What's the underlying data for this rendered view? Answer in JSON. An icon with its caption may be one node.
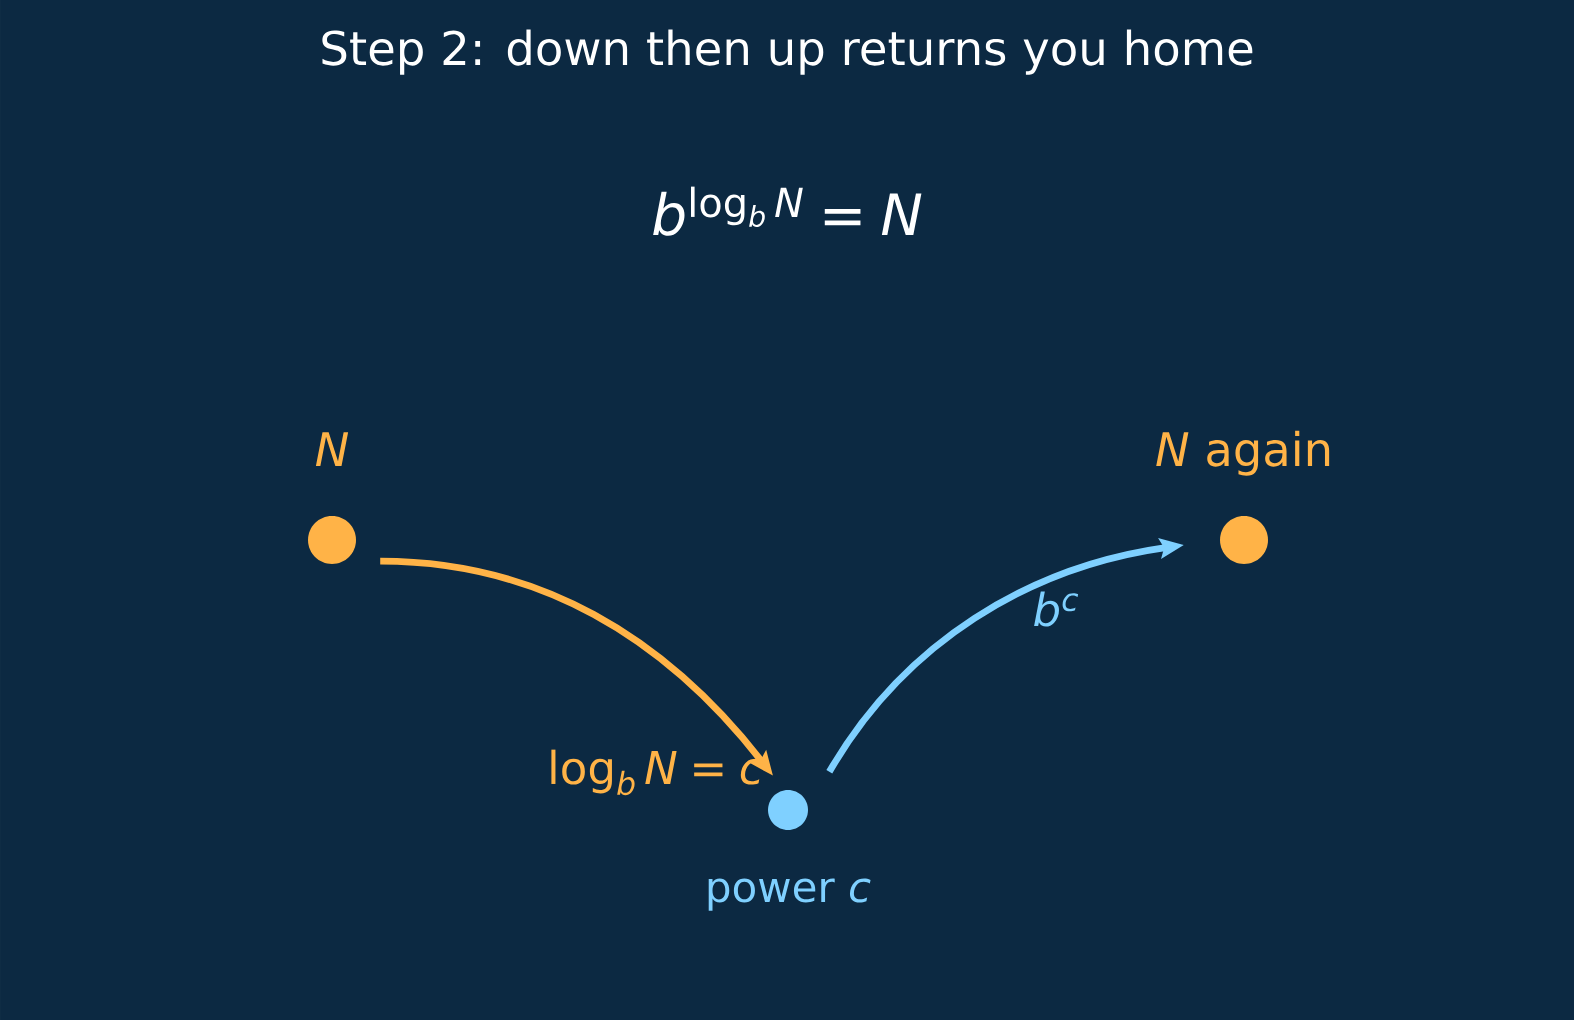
{
  "diagram": {
    "title": "Step 2: down then up returns you home",
    "nodes": [
      {
        "text": [
          "N"
        ]
      },
      {
        "text": [
          "power *c*"
        ]
      },
      {
        "text": [
          "*N* again"
        ]
      }
    ],
    "edges": [
      {
        "from": 0,
        "to": 1,
        "arrow": "to",
        "label": "\\log_b N = c",
        "color": "#ffb347"
      },
      {
        "from": 1,
        "to": 2,
        "arrow": "to",
        "label": "b^c",
        "color": "#7fd0ff"
      }
    ],
    "labels": [
      "b^{\\log_b N} = N"
    ]
  }
}
